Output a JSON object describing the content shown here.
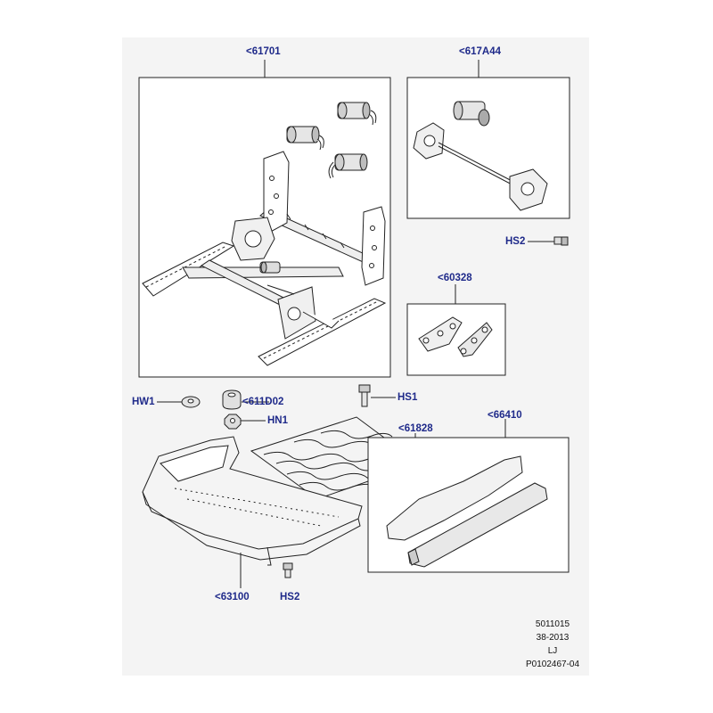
{
  "callouts": {
    "c61701": "<61701",
    "c617A44": "<617A44",
    "hs2_top": "HS2",
    "c60328": "<60328",
    "hw1": "HW1",
    "c611D02": "<611D02",
    "hs1": "HS1",
    "hn1": "HN1",
    "c61828": "<61828",
    "c66410": "<66410",
    "c63100": "<63100",
    "hs2_bottom": "HS2"
  },
  "footer": {
    "line1": "5011015",
    "line2": "38-2013",
    "line3": "LJ",
    "line4": "P0102467-04"
  },
  "colors": {
    "callout_text": "#1f2a8a",
    "sheet_background": "#f4f4f4",
    "line": "#222222"
  }
}
